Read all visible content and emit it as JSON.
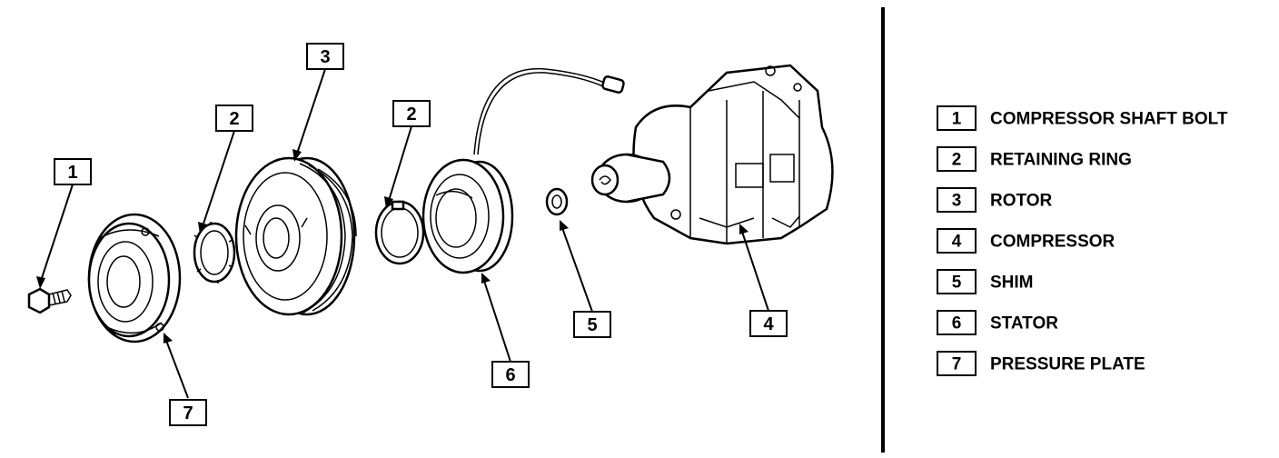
{
  "callouts": [
    {
      "num": "1"
    },
    {
      "num": "2"
    },
    {
      "num": "3"
    },
    {
      "num": "2"
    },
    {
      "num": "5"
    },
    {
      "num": "6"
    },
    {
      "num": "7"
    },
    {
      "num": "4"
    }
  ],
  "legend": [
    {
      "num": "1",
      "label": "COMPRESSOR SHAFT BOLT"
    },
    {
      "num": "2",
      "label": "RETAINING RING"
    },
    {
      "num": "3",
      "label": "ROTOR"
    },
    {
      "num": "4",
      "label": "COMPRESSOR"
    },
    {
      "num": "5",
      "label": "SHIM"
    },
    {
      "num": "6",
      "label": "STATOR"
    },
    {
      "num": "7",
      "label": "PRESSURE PLATE"
    }
  ]
}
